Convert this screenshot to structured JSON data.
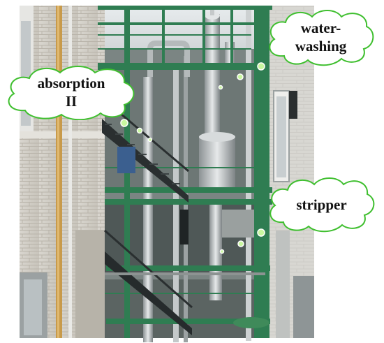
{
  "labels": {
    "water_washing": {
      "line1": "water-",
      "line2": "washing"
    },
    "absorption": {
      "line1": "absorption",
      "line2": "II"
    },
    "stripper": {
      "line1": "stripper"
    }
  },
  "colors": {
    "cloud_border": "#3fbf2f",
    "cloud_fill": "#ffffff",
    "steel_frame": "#2f7d52",
    "marker": "#c9f7a0"
  }
}
